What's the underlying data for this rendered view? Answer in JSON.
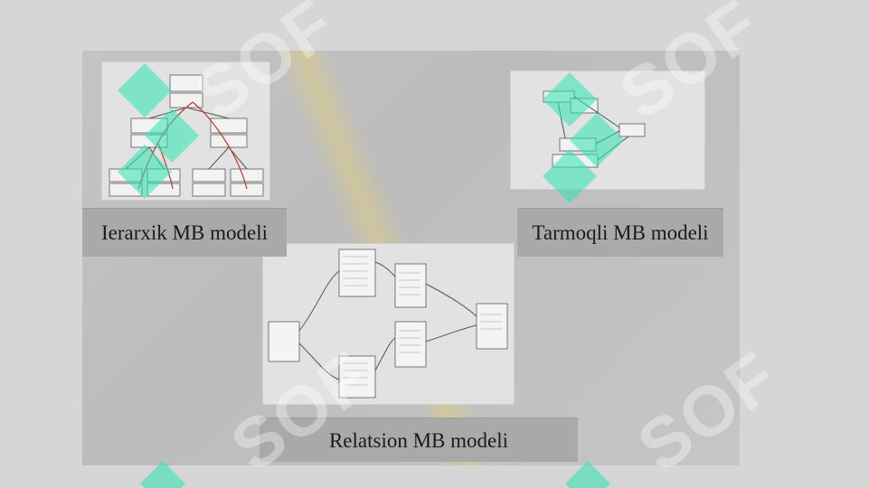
{
  "labels": {
    "hierarchical": "Ierarxik MB modeli",
    "network": "Tarmoqli MB modeli",
    "relational": "Relatsion MB modeli"
  },
  "watermark": {
    "text": "SOF",
    "color": "#2ee6b0"
  }
}
